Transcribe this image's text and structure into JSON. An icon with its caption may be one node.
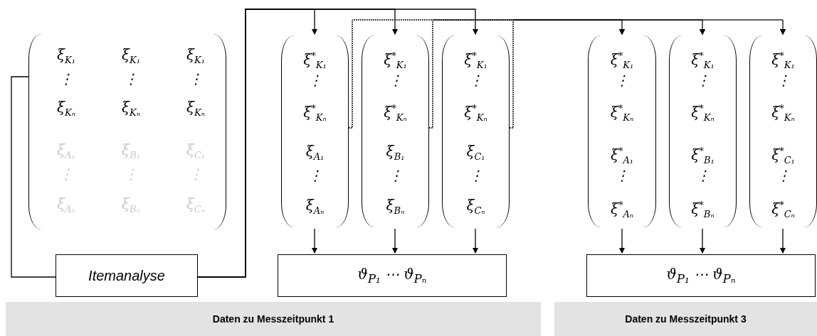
{
  "diagram": {
    "nodes": [
      {
        "text": [
          "ξ$_{K₁}$",
          "ξ$_{K₁}$",
          "ξ$_{K₁}$",
          "⋮",
          "⋮",
          "⋮",
          "ξ$_{Kₙ}$",
          "ξ$_{Kₙ}$",
          "ξ$_{Kₙ}$",
          "ξ$_{A₁}$",
          "ξ$_{B₁}$",
          "ξ$_{C₁}$",
          "⋮",
          "⋮",
          "⋮",
          "ξ$_{Aₙ}$",
          "ξ$_{Bₙ}$",
          "ξ$_{Cₙ}$"
        ]
      },
      {
        "text": [
          "Itemanalyse"
        ]
      },
      {
        "text": [
          "ξ$^{*}$$_{K₁}$",
          "⋮",
          "ξ$^{*}$$_{Kₙ}$",
          "ξ$_{A₁}$",
          "⋮",
          "ξ$_{Aₙ}$"
        ]
      },
      {
        "text": [
          "ξ$^{*}$$_{K₁}$",
          "⋮",
          "ξ$^{*}$$_{Kₙ}$",
          "ξ$_{B₁}$",
          "⋮",
          "ξ$_{Bₙ}$"
        ]
      },
      {
        "text": [
          "ξ$^{*}$$_{K₁}$",
          "⋮",
          "ξ$^{*}$$_{Kₙ}$",
          "ξ$_{C₁}$",
          "⋮",
          "ξ$_{Cₙ}$"
        ]
      },
      {
        "text": [
          "ϑ$_{P₁}$ ⋯ ϑ$_{Pₙ}$"
        ]
      },
      {
        "text": [
          "ξ$^{*}$$_{K₁}$",
          "⋮",
          "ξ$^{*}$$_{Kₙ}$",
          "ξ$^{*}$$_{A₁}$",
          "⋮",
          "ξ$^{*}$$_{Aₙ}$"
        ]
      },
      {
        "text": [
          "ξ$^{*}$$_{K₁}$",
          "⋮",
          "ξ$^{*}$$_{Kₙ}$",
          "ξ$^{*}$$_{B₁}$",
          "⋮",
          "ξ$^{*}$$_{Bₙ}$"
        ]
      },
      {
        "text": [
          "ξ$^{*}$$_{K₁}$",
          "⋮",
          "ξ$^{*}$$_{Kₙ}$",
          "ξ$^{*}$$_{C₁}$",
          "⋮",
          "ξ$^{*}$$_{Cₙ}$"
        ]
      },
      {
        "text": [
          "ϑ$_{P₁}$ ⋯ ϑ$_{Pₙ}$"
        ]
      },
      {
        "text": [
          "Daten zu Messzeitpunkt 1"
        ]
      },
      {
        "text": [
          "Daten zu Messzeitpunkt 3"
        ]
      }
    ],
    "edges": [
      {
        "from": 0,
        "to": 1,
        "arrow": "none"
      },
      {
        "from": 1,
        "to": 2,
        "arrow": "to"
      },
      {
        "from": 1,
        "to": 3,
        "arrow": "to"
      },
      {
        "from": 1,
        "to": 4,
        "arrow": "to"
      },
      {
        "from": 2,
        "to": 6,
        "arrow": "to",
        "style": "dashed"
      },
      {
        "from": 2,
        "to": 7,
        "arrow": "to",
        "style": "dashed"
      },
      {
        "from": 2,
        "to": 8,
        "arrow": "to",
        "style": "dashed"
      },
      {
        "from": 3,
        "to": 6,
        "arrow": "to",
        "style": "dashed"
      },
      {
        "from": 3,
        "to": 7,
        "arrow": "to",
        "style": "dashed"
      },
      {
        "from": 3,
        "to": 8,
        "arrow": "to",
        "style": "dashed"
      },
      {
        "from": 4,
        "to": 6,
        "arrow": "to",
        "style": "dashed"
      },
      {
        "from": 4,
        "to": 7,
        "arrow": "to",
        "style": "dashed"
      },
      {
        "from": 4,
        "to": 8,
        "arrow": "to",
        "style": "dashed"
      },
      {
        "from": 2,
        "to": 5,
        "arrow": "to"
      },
      {
        "from": 3,
        "to": 5,
        "arrow": "to"
      },
      {
        "from": 4,
        "to": 5,
        "arrow": "to"
      },
      {
        "from": 6,
        "to": 9,
        "arrow": "to"
      },
      {
        "from": 7,
        "to": 9,
        "arrow": "to"
      },
      {
        "from": 8,
        "to": 9,
        "arrow": "to"
      }
    ]
  }
}
